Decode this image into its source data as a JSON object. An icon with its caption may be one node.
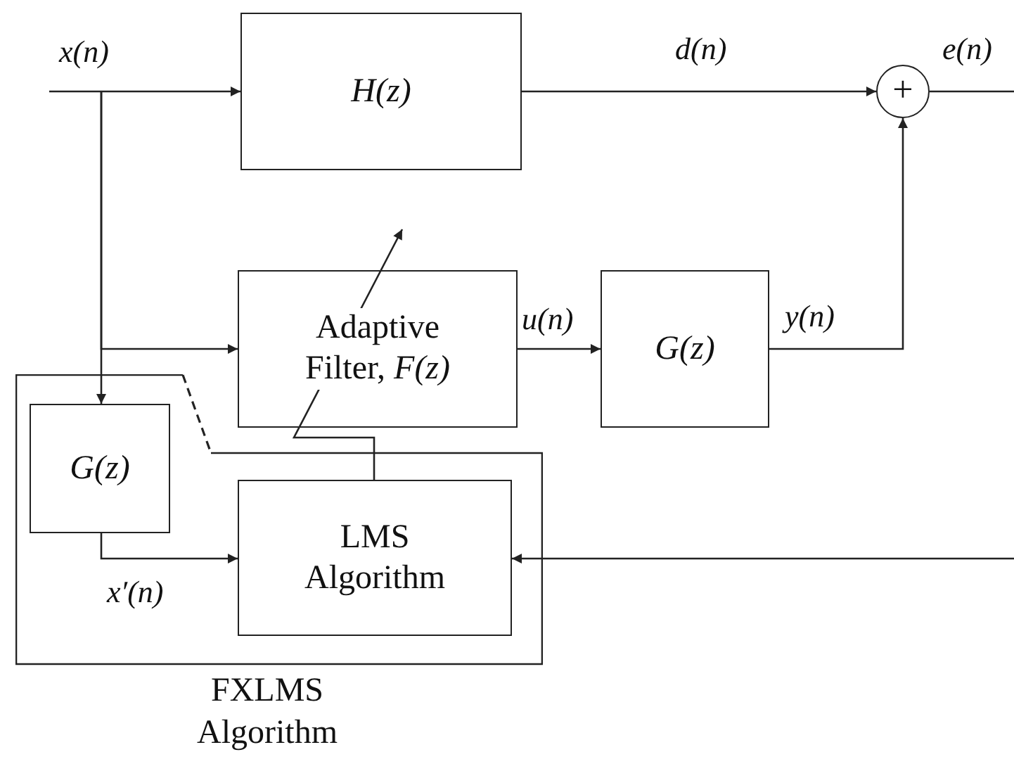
{
  "diagram": {
    "nodes": [
      {
        "text": [
          "H(z)"
        ]
      },
      {
        "text": [
          "+"
        ]
      },
      {
        "text": [
          "Adaptive Filter, *F(z)*"
        ]
      },
      {
        "text": [
          "G(z)"
        ]
      },
      {
        "text": [
          "FXLMS Algorithm"
        ]
      },
      {
        "text": [
          "G(z)"
        ],
        "in": 4
      },
      {
        "text": [
          "LMS Algorithm"
        ],
        "in": 4
      }
    ],
    "edges": [
      {
        "from": null,
        "to": 0,
        "arrow": "to",
        "label": "x(n)"
      },
      {
        "from": null,
        "to": 2,
        "arrow": "to"
      },
      {
        "from": null,
        "to": 5,
        "arrow": "to"
      },
      {
        "from": 0,
        "to": 1,
        "arrow": "to",
        "label": "d(n)"
      },
      {
        "from": 1,
        "to": null,
        "arrow": "none",
        "label": "e(n)"
      },
      {
        "from": 2,
        "to": 3,
        "arrow": "to",
        "label": "u(n)"
      },
      {
        "from": 3,
        "to": 1,
        "arrow": "to",
        "label": "y(n)"
      },
      {
        "from": 5,
        "to": 6,
        "arrow": "to",
        "label": "x′(n)"
      },
      {
        "from": null,
        "to": 6,
        "arrow": "to"
      },
      {
        "from": 6,
        "to": 2,
        "arrow": "to"
      }
    ]
  }
}
